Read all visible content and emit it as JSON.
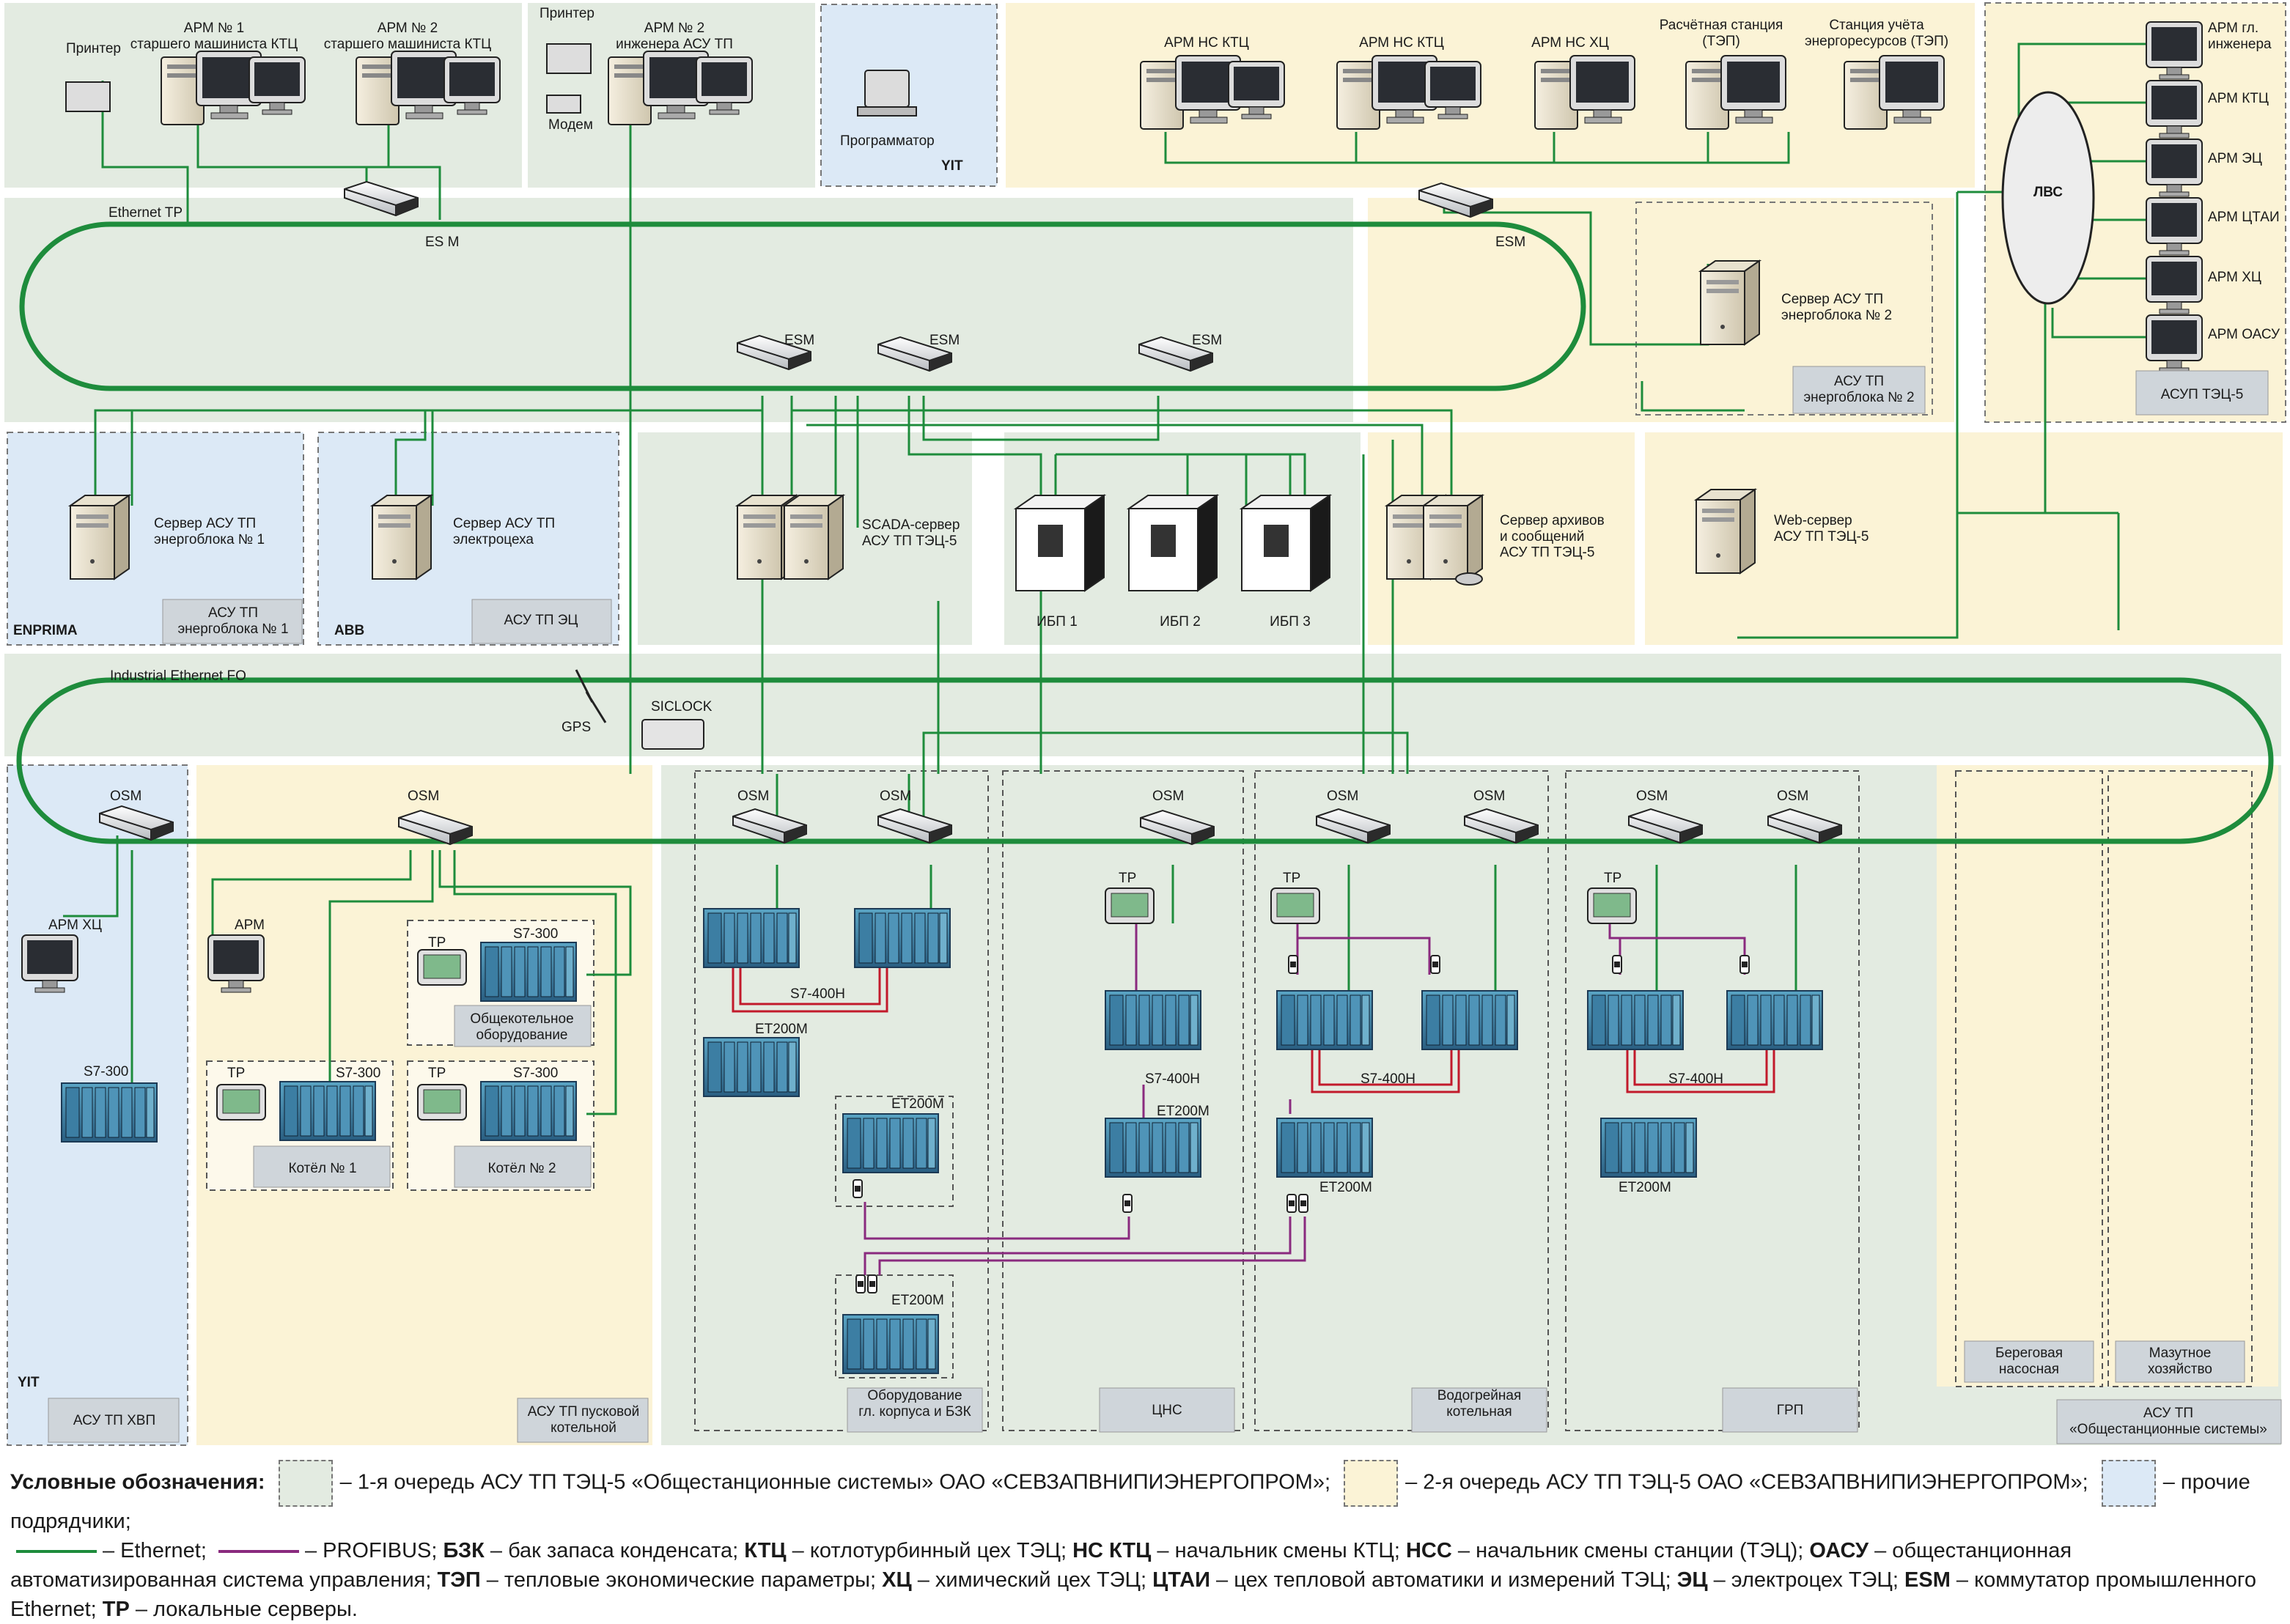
{
  "zones": {
    "arm1": "АРМ № 1\nстаршего машиниста КТЦ",
    "arm2": "АРМ № 2\nстаршего машиниста КТЦ",
    "arm2ing": "АРМ № 2\nинженера АСУ ТП",
    "printer1": "Принтер",
    "printer2": "Принтер",
    "modem": "Модем",
    "programmer": "Программатор",
    "yit_top": "YIT",
    "arm_ns_ktc1": "АРМ НС КТЦ",
    "arm_ns_ktc2": "АРМ НС КТЦ",
    "arm_ns_hc": "АРМ НС ХЦ",
    "calc_station": "Расчётная станция\n(ТЭП)",
    "energy_station": "Станция учёта\nэнергоресурсов (ТЭП)",
    "lvs": "ЛВС",
    "asup_items": [
      "АРМ гл.\nинженера",
      "АРМ КТЦ",
      "АРМ ЭЦ",
      "АРМ ЦТАИ",
      "АРМ ХЦ",
      "АРМ ОАСУ"
    ],
    "asup_label": "АСУП ТЭЦ-5",
    "ethernet_tp": "Ethernet TP",
    "es_m": "ES M",
    "esm": "ESM",
    "server_bl2": "Сервер АСУ ТП\nэнергоблока № 2",
    "asu_bl2": "АСУ ТП\nэнергоблока № 2",
    "server_bl1": "Сервер АСУ ТП\nэнергоблока № 1",
    "asu_bl1": "АСУ ТП\nэнергоблока № 1",
    "enprima": "ENPRIMA",
    "server_ec": "Сервер АСУ ТП\nэлектроцеха",
    "asu_ec": "АСУ ТП ЭЦ",
    "abb": "ABB",
    "scada": "SCADA-сервер\nАСУ ТП ТЭЦ-5",
    "ibp": [
      "ИБП 1",
      "ИБП 2",
      "ИБП 3"
    ],
    "archive": "Сервер архивов\nи сообщений\nАСУ ТП ТЭЦ-5",
    "web": "Web-сервер\nАСУ ТП ТЭЦ-5",
    "ind_eth": "Industrial Ethernet FO",
    "gps": "GPS",
    "siclock": "SICLOCK",
    "osm": "OSM",
    "arm_hc": "АРМ ХЦ",
    "s7300": "S7-300",
    "yit_bot": "YIT",
    "asu_hvp": "АСУ ТП ХВП",
    "arm": "АРМ",
    "tp": "TP",
    "common_boiler": "Общекотельное\nоборудование",
    "boiler1": "Котёл № 1",
    "boiler2": "Котёл № 2",
    "asu_boiler": "АСУ ТП пусковой\nкотельной",
    "s7400h": "S7-400H",
    "et200m": "ET200M",
    "equip": "Оборудование\nгл. корпуса и БЗК",
    "cns": "ЦНС",
    "water_boiler": "Водогрейная\nкотельная",
    "grp": "ГРП",
    "bereg": "Береговая\nнасосная",
    "mazut": "Мазутное\nхозяйство",
    "common_sys": "АСУ ТП\n«Общестанционные системы»"
  },
  "colors": {
    "green_zone": "#e3ebe1",
    "yellow_zone": "#fbf3d6",
    "blue_zone": "#dce9f6",
    "ethernet": "#1e8c3c",
    "profibus": "#8a2a7e",
    "label_box": "#cfd5da",
    "red": "#c21a2b"
  },
  "legend": {
    "title": "Условные обозначения:",
    "g1": "– 1-я очередь АСУ ТП ТЭЦ-5 «Общестанционные системы» ОАО «СЕВЗАПВНИПИЭНЕРГОПРОМ»;",
    "g2": "– 2-я очередь АСУ ТП ТЭЦ-5 ОАО «СЕВЗАПВНИПИЭНЕРГОПРОМ»;",
    "g3": "– прочие подрядчики;",
    "eth": "– Ethernet;",
    "prof": "– PROFIBUS;",
    "b1": "БЗК",
    "t1": "– бак запаса конденсата;",
    "b2": "КТЦ",
    "t2": "– котлотурбинный цех ТЭЦ;",
    "b3": "НС КТЦ",
    "t3": "– начальник смены КТЦ;",
    "b4": "НСС",
    "t4": "– начальник смены станции (ТЭЦ);",
    "b5": "ОАСУ",
    "t5": "– общестанционная автоматизированная система управления;",
    "b6": "ТЭП",
    "t6": "– тепловые экономические параметры;",
    "b7": "ХЦ",
    "t7": "– химический цех ТЭЦ;",
    "b8": "ЦТАИ",
    "t8": "– цех тепловой автоматики и измерений ТЭЦ;",
    "b9": "ЭЦ",
    "t9": "– электроцех ТЭЦ;",
    "b10": "ESM",
    "t10": "– коммутатор промышленного Ethernet;",
    "b11": "TP",
    "t11": "– локальные серверы."
  }
}
